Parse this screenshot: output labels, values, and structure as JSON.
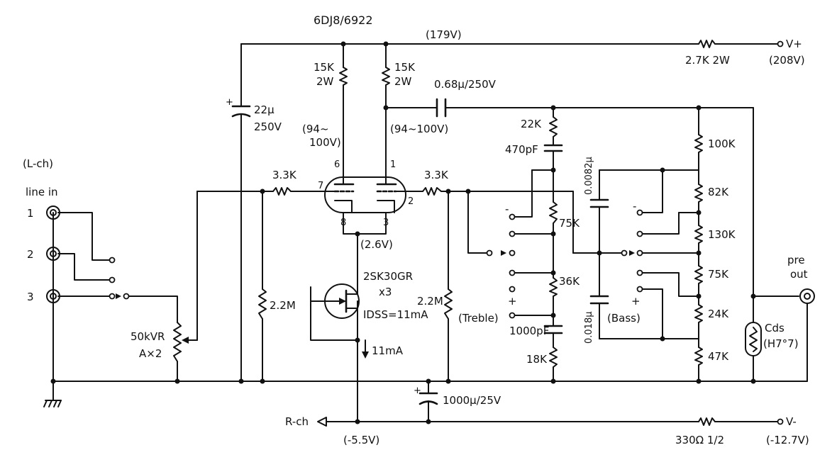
{
  "tube": {
    "type": "6DJ8/6922",
    "pins": {
      "p7": "7",
      "p6": "6",
      "p1": "1",
      "p2": "2",
      "p8": "8",
      "p3": "3"
    }
  },
  "rails": {
    "b_plus_node": "(179V)",
    "vplus_label": "V+",
    "vplus_voltage": "(208V)",
    "vminus_label": "V-",
    "vminus_voltage": "(-12.7V)",
    "source_voltage": "(-5.5V)"
  },
  "components": {
    "r_plate_left": [
      "15K",
      "2W"
    ],
    "r_plate_right": [
      "15K",
      "2W"
    ],
    "plate_v_left": [
      "(94~",
      "100V)"
    ],
    "plate_v_right": "(94~100V)",
    "c_coupling": "0.68μ/250V",
    "c_bplus": [
      "22μ",
      "250V"
    ],
    "r_dropper": "2.7K 2W",
    "r_grid_left": "3.3K",
    "r_grid_right": "3.3K",
    "r_bias_left": "2.2M",
    "r_bias_right": "2.2M",
    "cathode_v": "(2.6V)",
    "fet": [
      "2SK30GR",
      "x3",
      "IDSS=11mA"
    ],
    "current": "11mA",
    "volume": [
      "50kVR",
      "A×2"
    ],
    "c_bypass": "1000μ/25V",
    "r_vminus": "330Ω 1/2",
    "treble_net": {
      "r1": "22K",
      "c1": "470pF",
      "r2": "75K",
      "r3": "36K",
      "c2": "1000pF",
      "r4": "18K",
      "name": "(Treble)"
    },
    "bass_net": {
      "c1": "0.0082μ",
      "c2": "0.018μ",
      "name": "(Bass)"
    },
    "ladder": [
      "100K",
      "82K",
      "130K",
      "75K",
      "24K",
      "47K"
    ],
    "cds": [
      "Cds",
      "(H7°7)"
    ]
  },
  "io": {
    "channel": "(L-ch)",
    "line_in": "line in",
    "inputs": [
      "1",
      "2",
      "3"
    ],
    "pre_out": [
      "pre",
      "out"
    ],
    "r_ch": "R-ch"
  },
  "switch_marks": {
    "minus": "-",
    "plus": "+"
  }
}
